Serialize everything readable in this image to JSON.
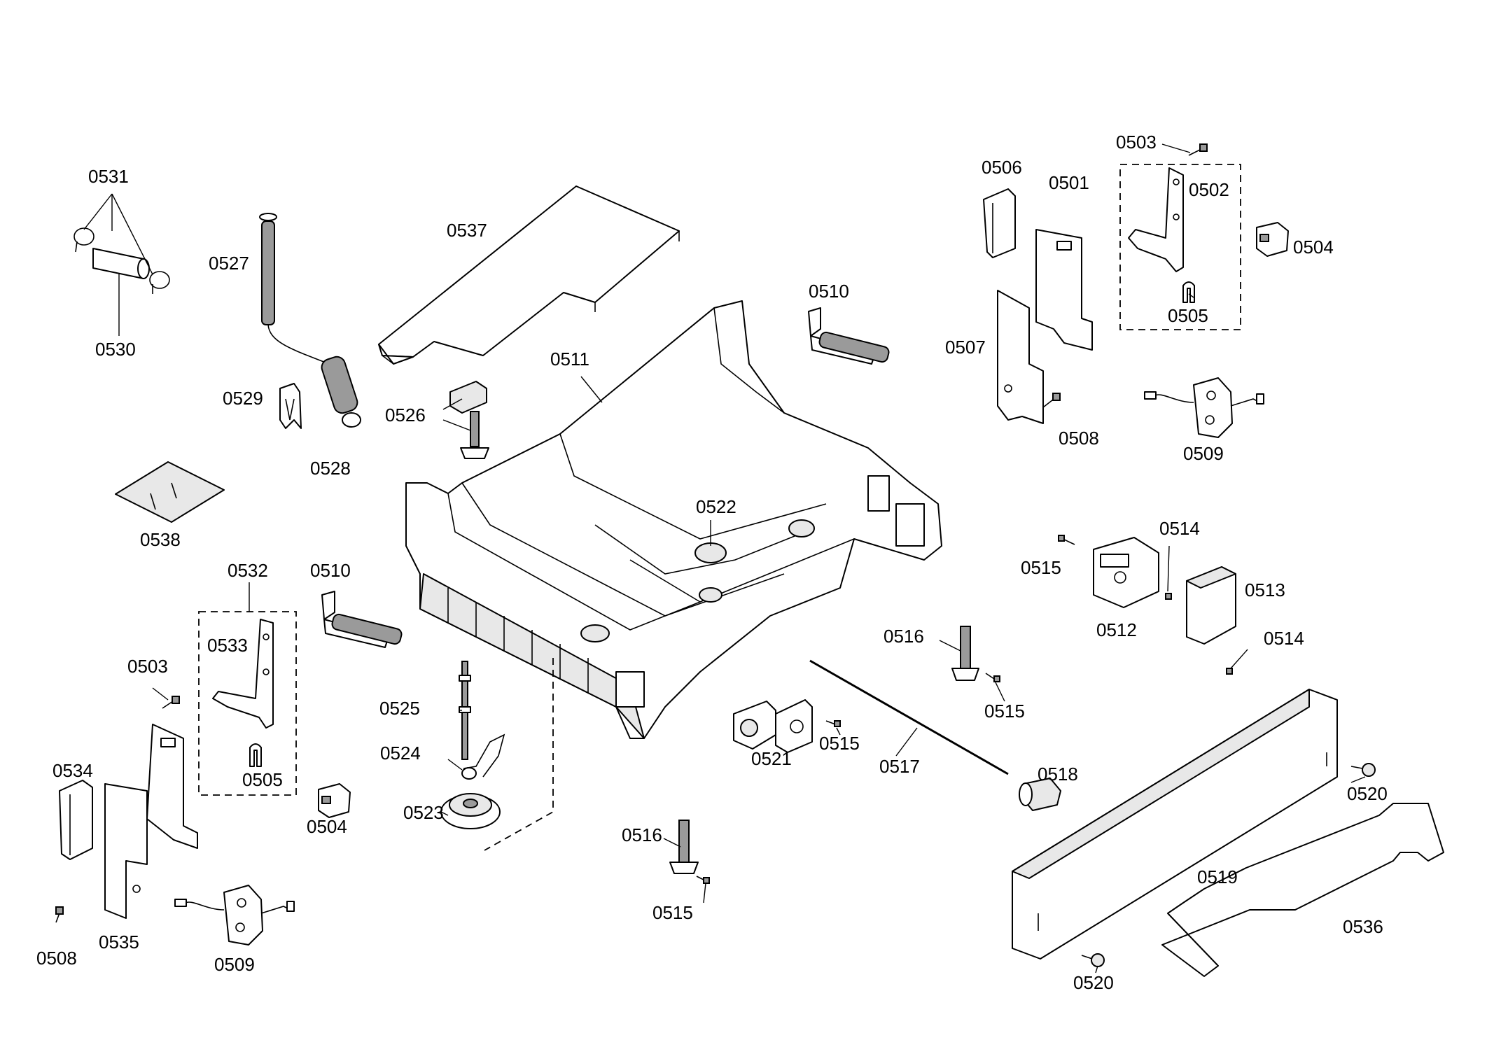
{
  "labels": {
    "p0501": "0501",
    "p0502": "0502",
    "p0503_top": "0503",
    "p0503_left": "0503",
    "p0504_top": "0504",
    "p0504_left": "0504",
    "p0505_top": "0505",
    "p0505_left": "0505",
    "p0506": "0506",
    "p0507": "0507",
    "p0508_right": "0508",
    "p0508_left": "0508",
    "p0509_right": "0509",
    "p0509_left": "0509",
    "p0510_top": "0510",
    "p0510_left": "0510",
    "p0511": "0511",
    "p0512": "0512",
    "p0513": "0513",
    "p0514_a": "0514",
    "p0514_b": "0514",
    "p0515_a": "0515",
    "p0515_b": "0515",
    "p0515_c": "0515",
    "p0515_d": "0515",
    "p0516_a": "0516",
    "p0516_b": "0516",
    "p0517": "0517",
    "p0518": "0518",
    "p0519": "0519",
    "p0520_a": "0520",
    "p0520_b": "0520",
    "p0521": "0521",
    "p0522": "0522",
    "p0523": "0523",
    "p0524": "0524",
    "p0525": "0525",
    "p0526": "0526",
    "p0527": "0527",
    "p0528": "0528",
    "p0529": "0529",
    "p0530": "0530",
    "p0531": "0531",
    "p0532": "0532",
    "p0533": "0533",
    "p0534": "0534",
    "p0535": "0535",
    "p0536": "0536",
    "p0537": "0537",
    "p0538": "0538"
  }
}
